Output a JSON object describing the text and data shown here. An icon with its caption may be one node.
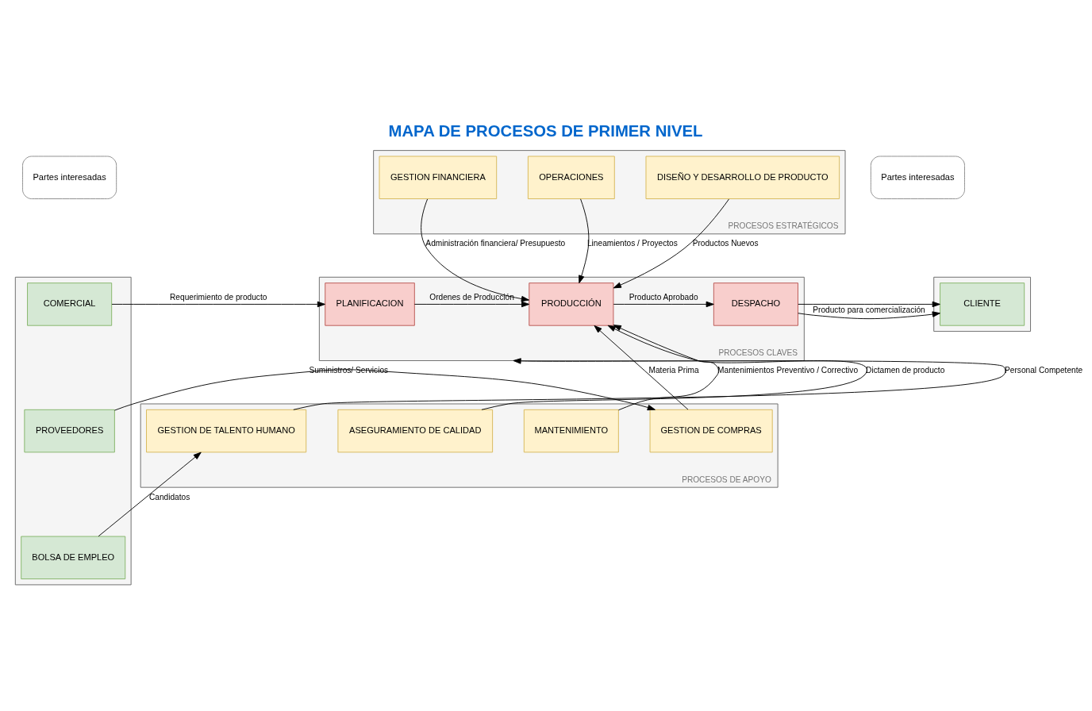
{
  "diagram": {
    "title": "MAPA DE PROCESOS DE PRIMER NIVEL",
    "nodes": [
      {
        "text": [
          "Partes interesadas"
        ]
      },
      {
        "text": [],
        "shape": "box"
      },
      {
        "text": [
          "COMERCIAL"
        ],
        "in": 1
      },
      {
        "text": [
          "PROVEEDORES"
        ],
        "in": 1
      },
      {
        "text": [
          "BOLSA DE EMPLEO"
        ],
        "in": 1
      },
      {
        "text": [
          "PROCESOS ESTRATÉGICOS"
        ]
      },
      {
        "text": [
          "GESTION FINANCIERA"
        ],
        "in": 5
      },
      {
        "text": [
          "OPERACIONES"
        ],
        "in": 5
      },
      {
        "text": [
          "DISEÑO Y DESARROLLO DE PRODUCTO"
        ],
        "in": 5
      },
      {
        "text": [
          "PROCESOS CLAVES"
        ]
      },
      {
        "text": [
          "PLANIFICACION"
        ],
        "in": 9
      },
      {
        "text": [
          "PRODUCCIÓN"
        ],
        "in": 9
      },
      {
        "text": [
          "DESPACHO"
        ],
        "in": 9
      },
      {
        "text": [
          "PROCESOS DE APOYO"
        ]
      },
      {
        "text": [
          "GESTION DE COMPRAS"
        ],
        "in": 13
      },
      {
        "text": [
          "MANTENIMIENTO"
        ],
        "in": 13
      },
      {
        "text": [
          "ASEGURAMIENTO DE CALIDAD"
        ],
        "in": 13
      },
      {
        "text": [
          "GESTION DE TALENTO HUMANO"
        ],
        "in": 13
      },
      {
        "text": [
          "Partes interesadas"
        ]
      },
      {
        "text": [],
        "shape": "box"
      },
      {
        "text": [
          "CLIENTE"
        ],
        "in": 19
      }
    ],
    "edges": [
      {
        "from": 2,
        "to": 10,
        "arrow": "to",
        "label": "Requerimiento de producto"
      },
      {
        "from": 10,
        "to": 11,
        "arrow": "to",
        "label": "Ordenes de Producción"
      },
      {
        "from": 11,
        "to": 12,
        "arrow": "to",
        "label": "Producto Aprobado"
      },
      {
        "from": 12,
        "to": 20,
        "arrow": "to",
        "label": "Producto para comercialización"
      },
      {
        "from": 6,
        "to": 11,
        "arrow": "to",
        "label": "Administración financiera/ Presupuesto"
      },
      {
        "from": 7,
        "to": 11,
        "arrow": "to",
        "label": "Lineamientos / Proyectos"
      },
      {
        "from": 8,
        "to": 11,
        "arrow": "to",
        "label": "Productos Nuevos"
      },
      {
        "from": 14,
        "to": 11,
        "arrow": "to",
        "label": "Materia Prima"
      },
      {
        "from": 15,
        "to": 11,
        "arrow": "to",
        "label": "Mantenimientos Preventivo / Correctivo"
      },
      {
        "from": 16,
        "to": 11,
        "arrow": "to",
        "label": "Dictamen de producto"
      },
      {
        "from": 17,
        "to": 9,
        "arrow": "to",
        "label": "Personal Competente"
      },
      {
        "from": 3,
        "to": 14,
        "arrow": "to",
        "label": "Suministros/ Servicios"
      },
      {
        "from": 4,
        "to": 17,
        "arrow": "to",
        "label": "Candidatos"
      }
    ]
  }
}
